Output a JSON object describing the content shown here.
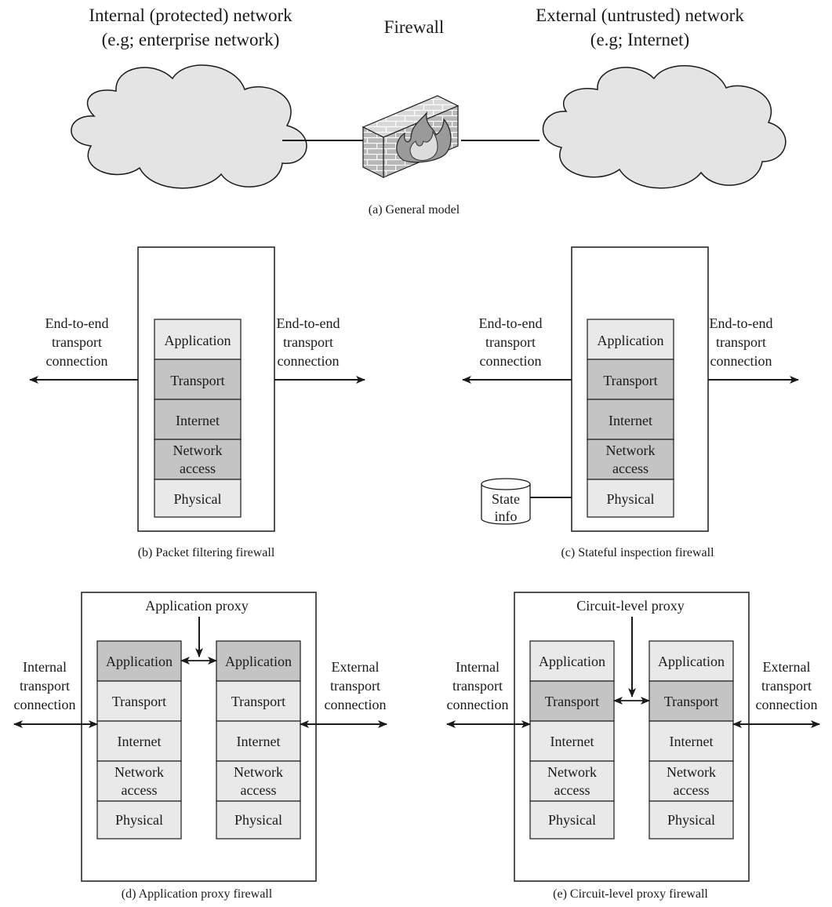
{
  "colors": {
    "cloud_fill": "#e4e4e4",
    "layer_light": "#e9e9e9",
    "layer_dark": "#c4c4c4",
    "stroke": "#1a1a1a"
  },
  "general_model": {
    "internal_title": "Internal (protected) network",
    "internal_sub": "(e.g; enterprise network)",
    "firewall_label": "Firewall",
    "external_title": "External (untrusted) network",
    "external_sub": "(e.g; Internet)",
    "caption": "(a) General model"
  },
  "packet_filtering": {
    "left_label": [
      "End-to-end",
      "transport",
      "connection"
    ],
    "right_label": [
      "End-to-end",
      "transport",
      "connection"
    ],
    "layers": [
      "Application",
      "Transport",
      "Internet",
      [
        "Network",
        "access"
      ],
      "Physical"
    ],
    "caption": "(b) Packet filtering firewall"
  },
  "stateful_inspection": {
    "left_label": [
      "End-to-end",
      "transport",
      "connection"
    ],
    "right_label": [
      "End-to-end",
      "transport",
      "connection"
    ],
    "layers": [
      "Application",
      "Transport",
      "Internet",
      [
        "Network",
        "access"
      ],
      "Physical"
    ],
    "state_info": [
      "State",
      "info"
    ],
    "caption": "(c) Stateful inspection firewall"
  },
  "application_proxy": {
    "proxy_label": "Application proxy",
    "left_label": [
      "Internal",
      "transport",
      "connection"
    ],
    "right_label": [
      "External",
      "transport",
      "connection"
    ],
    "layers": [
      "Application",
      "Transport",
      "Internet",
      [
        "Network",
        "access"
      ],
      "Physical"
    ],
    "caption": "(d) Application proxy firewall"
  },
  "circuit_level_proxy": {
    "proxy_label": "Circuit-level proxy",
    "left_label": [
      "Internal",
      "transport",
      "connection"
    ],
    "right_label": [
      "External",
      "transport",
      "connection"
    ],
    "layers": [
      "Application",
      "Transport",
      "Internet",
      [
        "Network",
        "access"
      ],
      "Physical"
    ],
    "caption": "(e) Circuit-level proxy firewall"
  }
}
